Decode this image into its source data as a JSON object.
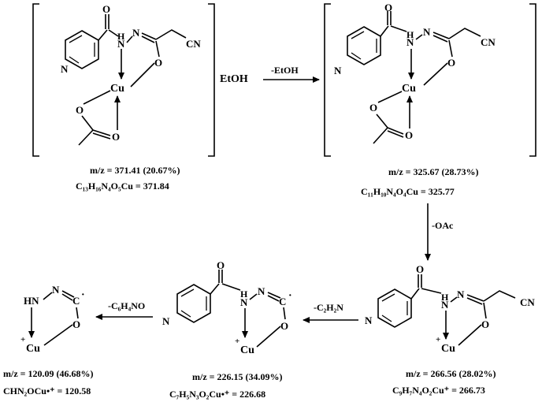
{
  "solvent_label": "EtOH",
  "steps": {
    "lose_etoh": "-EtOH",
    "lose_oac": "-OAc",
    "lose_c2h2n": "-C₂H₂N",
    "lose_c6h4no": "-C₆H₄NO"
  },
  "atoms": {
    "O": "O",
    "N": "N",
    "H": "H",
    "HN": "HN",
    "CN": "CN",
    "Cu": "Cu",
    "C": "C",
    "plus": "+"
  },
  "species": {
    "complex_etoh": {
      "mz": "m/z = 371.41 (20.67%)",
      "formula": "C₁₃H₁₆N₄O₅Cu = 371.84"
    },
    "complex": {
      "mz": "m/z = 325.67 (28.73%)",
      "formula": "C₁₁H₁₀N₄O₄Cu = 325.77"
    },
    "frag_266": {
      "mz": "m/z = 266.56 (28.02%)",
      "formula": "C₉H₇N₄O₂Cu⁺ = 266.73"
    },
    "frag_226": {
      "mz": "m/z = 226.15 (34.09%)",
      "formula": "C₇H₅N₃O₂Cu•⁺ = 226.68"
    },
    "frag_120": {
      "mz": "m/z = 120.09 (46.68%)",
      "formula": "CHN₂OCu•⁺ = 120.58"
    }
  }
}
